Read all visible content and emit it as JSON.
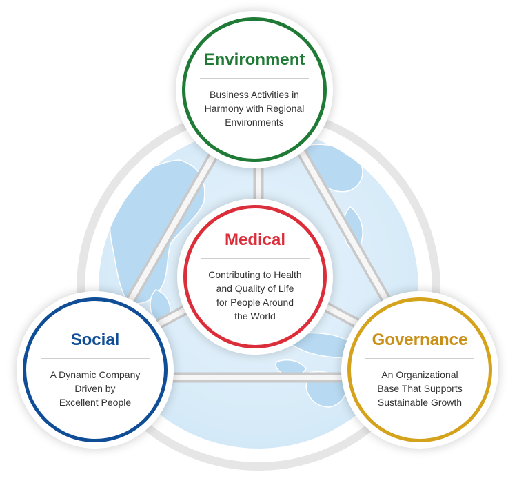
{
  "colors": {
    "environment": "#1e7a34",
    "medical": "#dc2e3a",
    "social": "#0f4d97",
    "governance": "#d5a21c",
    "globe": "#d7ebf8",
    "land": "#b5d7f0",
    "ring": "#e6e6e6"
  },
  "nodes": {
    "environment": {
      "title": "Environment",
      "lines": [
        "Business Activities in",
        "Harmony with Regional",
        "Environments"
      ]
    },
    "medical": {
      "title": "Medical",
      "lines": [
        "Contributing to Health",
        "and Quality of Life",
        "for People Around",
        "the World"
      ]
    },
    "social": {
      "title": "Social",
      "lines": [
        "A Dynamic Company",
        "Driven by",
        "Excellent People"
      ]
    },
    "governance": {
      "title": "Governance",
      "lines": [
        "An Organizational",
        "Base That Supports",
        "Sustainable Growth"
      ]
    }
  }
}
